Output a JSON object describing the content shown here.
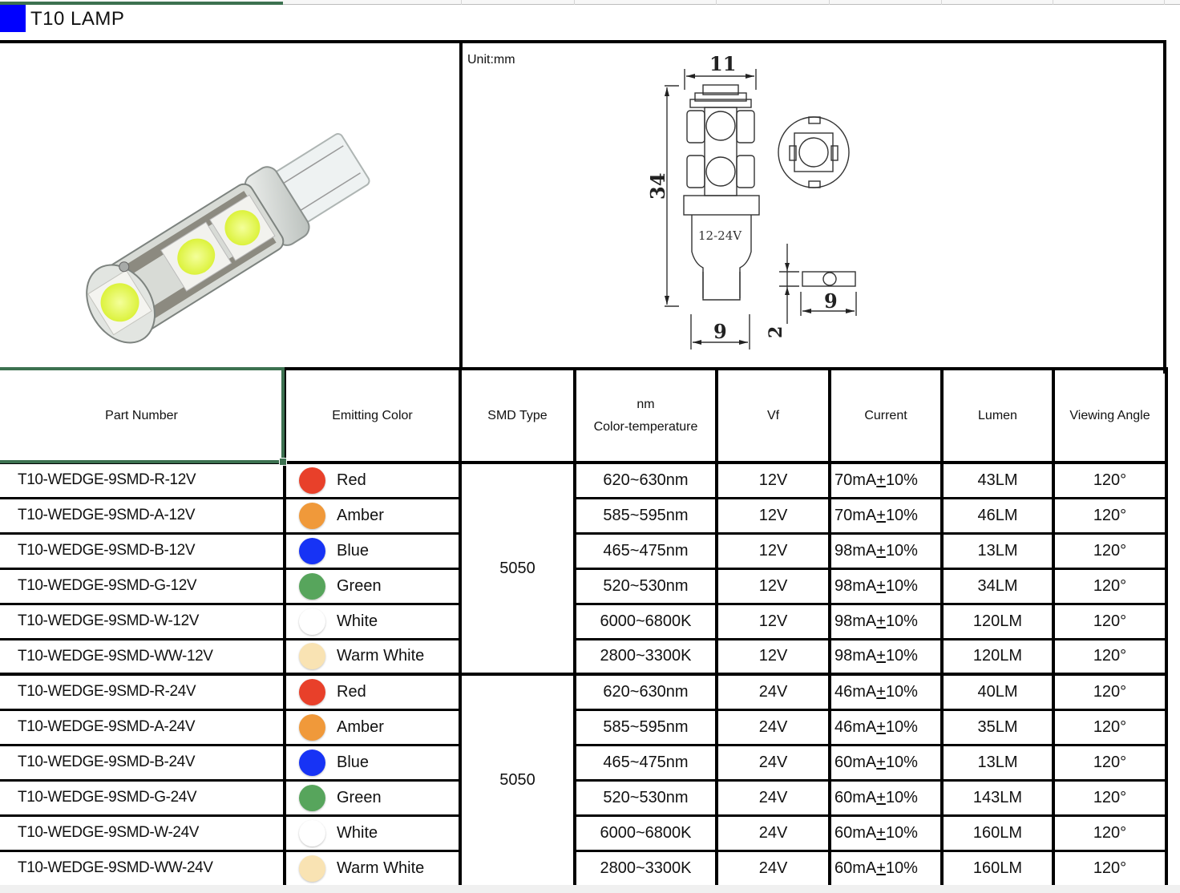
{
  "sheet": {
    "title": "T10  LAMP",
    "title_swatch_color": "#0000ff",
    "selection_color": "#3c7150"
  },
  "drawing": {
    "unit_label": "Unit:mm",
    "dimensions": {
      "width_top": "11",
      "height": "34",
      "base_width": "9",
      "side_thickness": "2",
      "side_width": "9"
    },
    "voltage_label": "12-24V"
  },
  "photo": {
    "name": "T10 wedge 9SMD LED lamp"
  },
  "table": {
    "headers": {
      "part_number": "Part Number",
      "emitting_color": "Emitting Color",
      "smd_type": "SMD Type",
      "wavelength_line1": "nm",
      "wavelength_line2": "Color-temperature",
      "vf": "Vf",
      "current": "Current",
      "lumen": "Lumen",
      "viewing_angle": "Viewing Angle"
    },
    "groups": [
      {
        "smd_type": "5050",
        "rows": [
          {
            "part": "T10-WEDGE-9SMD-R-12V",
            "color": "Red",
            "swatch": "#e8402a",
            "wl": "620~630nm",
            "vf": "12V",
            "cur_val": "70mA",
            "cur_pm": "+",
            "cur_tol": "10%",
            "lumen": "43LM",
            "angle": "120°"
          },
          {
            "part": "T10-WEDGE-9SMD-A-12V",
            "color": "Amber",
            "swatch": "#f0993a",
            "wl": "585~595nm",
            "vf": "12V",
            "cur_val": "70mA",
            "cur_pm": "+",
            "cur_tol": "10%",
            "lumen": "46LM",
            "angle": "120°"
          },
          {
            "part": "T10-WEDGE-9SMD-B-12V",
            "color": "Blue",
            "swatch": "#1733f5",
            "wl": "465~475nm",
            "vf": "12V",
            "cur_val": "98mA",
            "cur_pm": "+",
            "cur_tol": "10%",
            "lumen": "13LM",
            "angle": "120°"
          },
          {
            "part": "T10-WEDGE-9SMD-G-12V",
            "color": "Green",
            "swatch": "#57a55c",
            "wl": "520~530nm",
            "vf": "12V",
            "cur_val": "98mA",
            "cur_pm": "+",
            "cur_tol": "10%",
            "lumen": "34LM",
            "angle": "120°"
          },
          {
            "part": "T10-WEDGE-9SMD-W-12V",
            "color": "White",
            "swatch": "#ffffff",
            "wl": "6000~6800K",
            "vf": "12V",
            "cur_val": "98mA",
            "cur_pm": "+",
            "cur_tol": "10%",
            "lumen": "120LM",
            "angle": "120°"
          },
          {
            "part": "T10-WEDGE-9SMD-WW-12V",
            "color": "Warm White",
            "swatch": "#f9e3b3",
            "wl": "2800~3300K",
            "vf": "12V",
            "cur_val": "98mA",
            "cur_pm": "+",
            "cur_tol": "10%",
            "lumen": "120LM",
            "angle": "120°"
          }
        ]
      },
      {
        "smd_type": "5050",
        "rows": [
          {
            "part": "T10-WEDGE-9SMD-R-24V",
            "color": "Red",
            "swatch": "#e8402a",
            "wl": "620~630nm",
            "vf": "24V",
            "cur_val": "46mA",
            "cur_pm": "+",
            "cur_tol": "10%",
            "lumen": "40LM",
            "angle": "120°"
          },
          {
            "part": "T10-WEDGE-9SMD-A-24V",
            "color": "Amber",
            "swatch": "#f0993a",
            "wl": "585~595nm",
            "vf": "24V",
            "cur_val": "46mA",
            "cur_pm": "+",
            "cur_tol": "10%",
            "lumen": "35LM",
            "angle": "120°"
          },
          {
            "part": "T10-WEDGE-9SMD-B-24V",
            "color": "Blue",
            "swatch": "#1733f5",
            "wl": "465~475nm",
            "vf": "24V",
            "cur_val": "60mA",
            "cur_pm": "+",
            "cur_tol": "10%",
            "lumen": "13LM",
            "angle": "120°"
          },
          {
            "part": "T10-WEDGE-9SMD-G-24V",
            "color": "Green",
            "swatch": "#57a55c",
            "wl": "520~530nm",
            "vf": "24V",
            "cur_val": "60mA",
            "cur_pm": "+",
            "cur_tol": "10%",
            "lumen": "143LM",
            "angle": "120°"
          },
          {
            "part": "T10-WEDGE-9SMD-W-24V",
            "color": "White",
            "swatch": "#ffffff",
            "wl": "6000~6800K",
            "vf": "24V",
            "cur_val": "60mA",
            "cur_pm": "+",
            "cur_tol": "10%",
            "lumen": "160LM",
            "angle": "120°"
          },
          {
            "part": "T10-WEDGE-9SMD-WW-24V",
            "color": "Warm White",
            "swatch": "#f9e3b3",
            "wl": "2800~3300K",
            "vf": "24V",
            "cur_val": "60mA",
            "cur_pm": "+",
            "cur_tol": "10%",
            "lumen": "160LM",
            "angle": "120°"
          }
        ]
      }
    ]
  }
}
